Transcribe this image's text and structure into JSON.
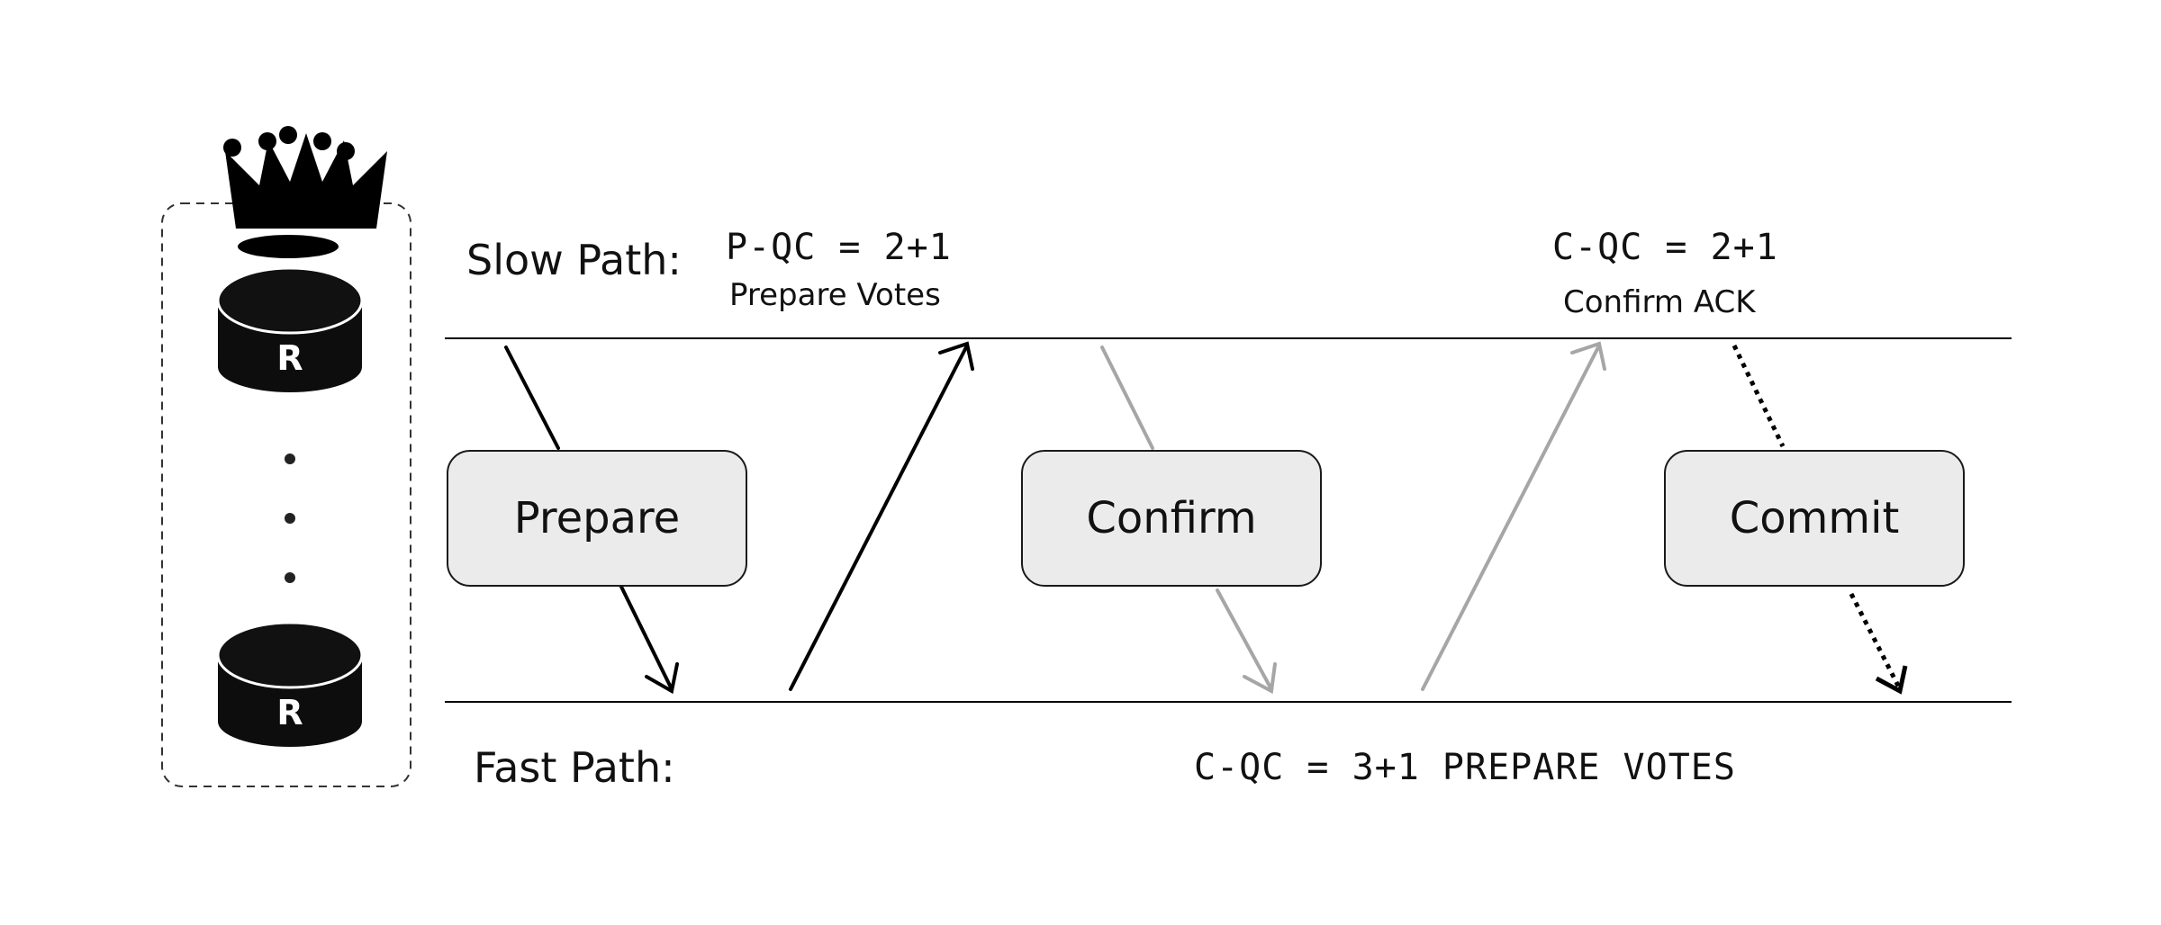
{
  "slow_path": {
    "label": "Slow Path:",
    "pqc_formula": "P-QC = 2+1",
    "pqc_caption": "Prepare Votes",
    "cqc_formula": "C-QC = 2+1",
    "cqc_caption": "Confirm ACK"
  },
  "fast_path": {
    "label": "Fast Path:",
    "cqc_formula": "C-QC = 3+1 PREPARE VOTES"
  },
  "phases": {
    "prepare": "Prepare",
    "confirm": "Confirm",
    "commit": "Commit"
  },
  "replicas": {
    "top_label": "R",
    "bottom_label": "R"
  },
  "colors": {
    "prepare_arrows": "#000000",
    "confirm_arrows": "#a6a6a6",
    "commit_arrows": "#000000",
    "box_fill": "#ebebeb"
  },
  "icons": [
    "crown-icon",
    "database-icon",
    "ellipsis-vertical-icon"
  ]
}
